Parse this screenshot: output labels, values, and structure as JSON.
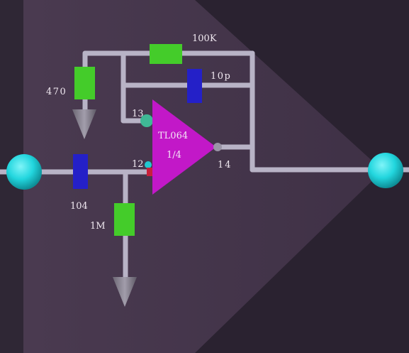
{
  "colors": {
    "background": "#2a2230",
    "panel": "#4a3a50",
    "wire": "#b8b3c6",
    "resistor": "#44cc2a",
    "capacitor": "#2420c8",
    "opamp": "#c218c8",
    "port": "#22d6de",
    "ground": "#8a8592"
  },
  "components": {
    "feedback_resistor": {
      "label": "100K"
    },
    "feedback_capacitor": {
      "label": "10p"
    },
    "ground_resistor": {
      "label": "470"
    },
    "input_capacitor": {
      "label": "104"
    },
    "bias_resistor": {
      "label": "1M"
    }
  },
  "opamp": {
    "name": "TL064",
    "section": "1/4",
    "pin_inverting": "13",
    "pin_noninverting": "12",
    "pin_output": "14"
  },
  "ports": {
    "input": "input-port",
    "output": "output-port"
  },
  "icons": {
    "ground_top": "ground-icon",
    "ground_bottom": "ground-icon"
  }
}
